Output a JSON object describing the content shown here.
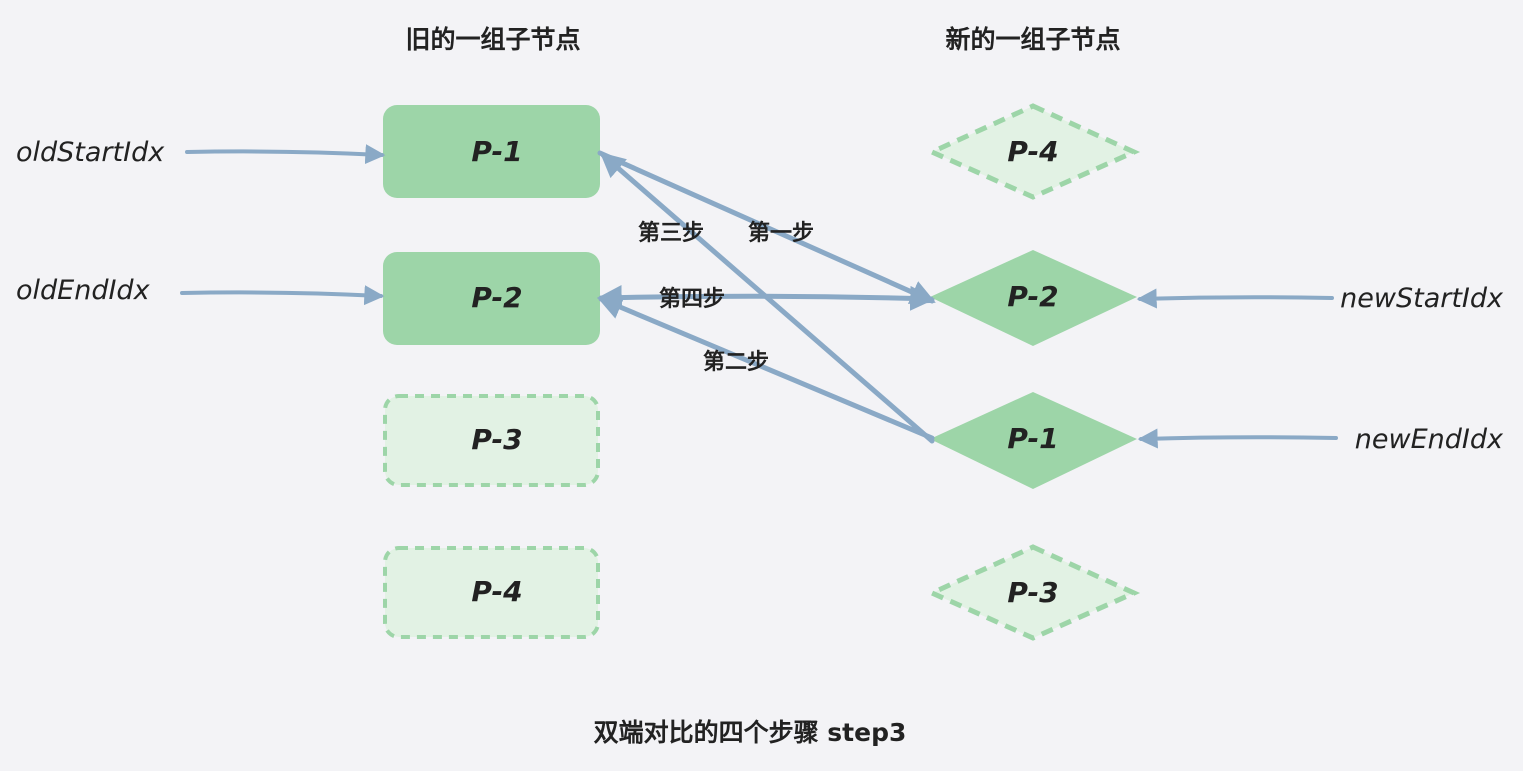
{
  "headings": {
    "old": "旧的一组子节点",
    "new": "新的一组子节点"
  },
  "old_nodes": [
    {
      "label": "P-1",
      "style": "solid"
    },
    {
      "label": "P-2",
      "style": "solid"
    },
    {
      "label": "P-3",
      "style": "dashed"
    },
    {
      "label": "P-4",
      "style": "dashed"
    }
  ],
  "new_nodes": [
    {
      "label": "P-4",
      "style": "dashed"
    },
    {
      "label": "P-2",
      "style": "solid"
    },
    {
      "label": "P-1",
      "style": "solid"
    },
    {
      "label": "P-3",
      "style": "dashed"
    }
  ],
  "pointers": {
    "old_start": "oldStartIdx",
    "old_end": "oldEndIdx",
    "new_start": "newStartIdx",
    "new_end": "newEndIdx"
  },
  "steps": {
    "first": "第一步",
    "second": "第二步",
    "third": "第三步",
    "fourth": "第四步"
  },
  "caption": "双端对比的四个步骤 step3",
  "colors": {
    "background": "#f3f3f6",
    "solid_fill": "#9dd5a8",
    "dashed_fill": "#e2f2e4",
    "dashed_stroke": "#9dd5a8",
    "arrow": "#8aa9c6",
    "text": "#222222"
  }
}
